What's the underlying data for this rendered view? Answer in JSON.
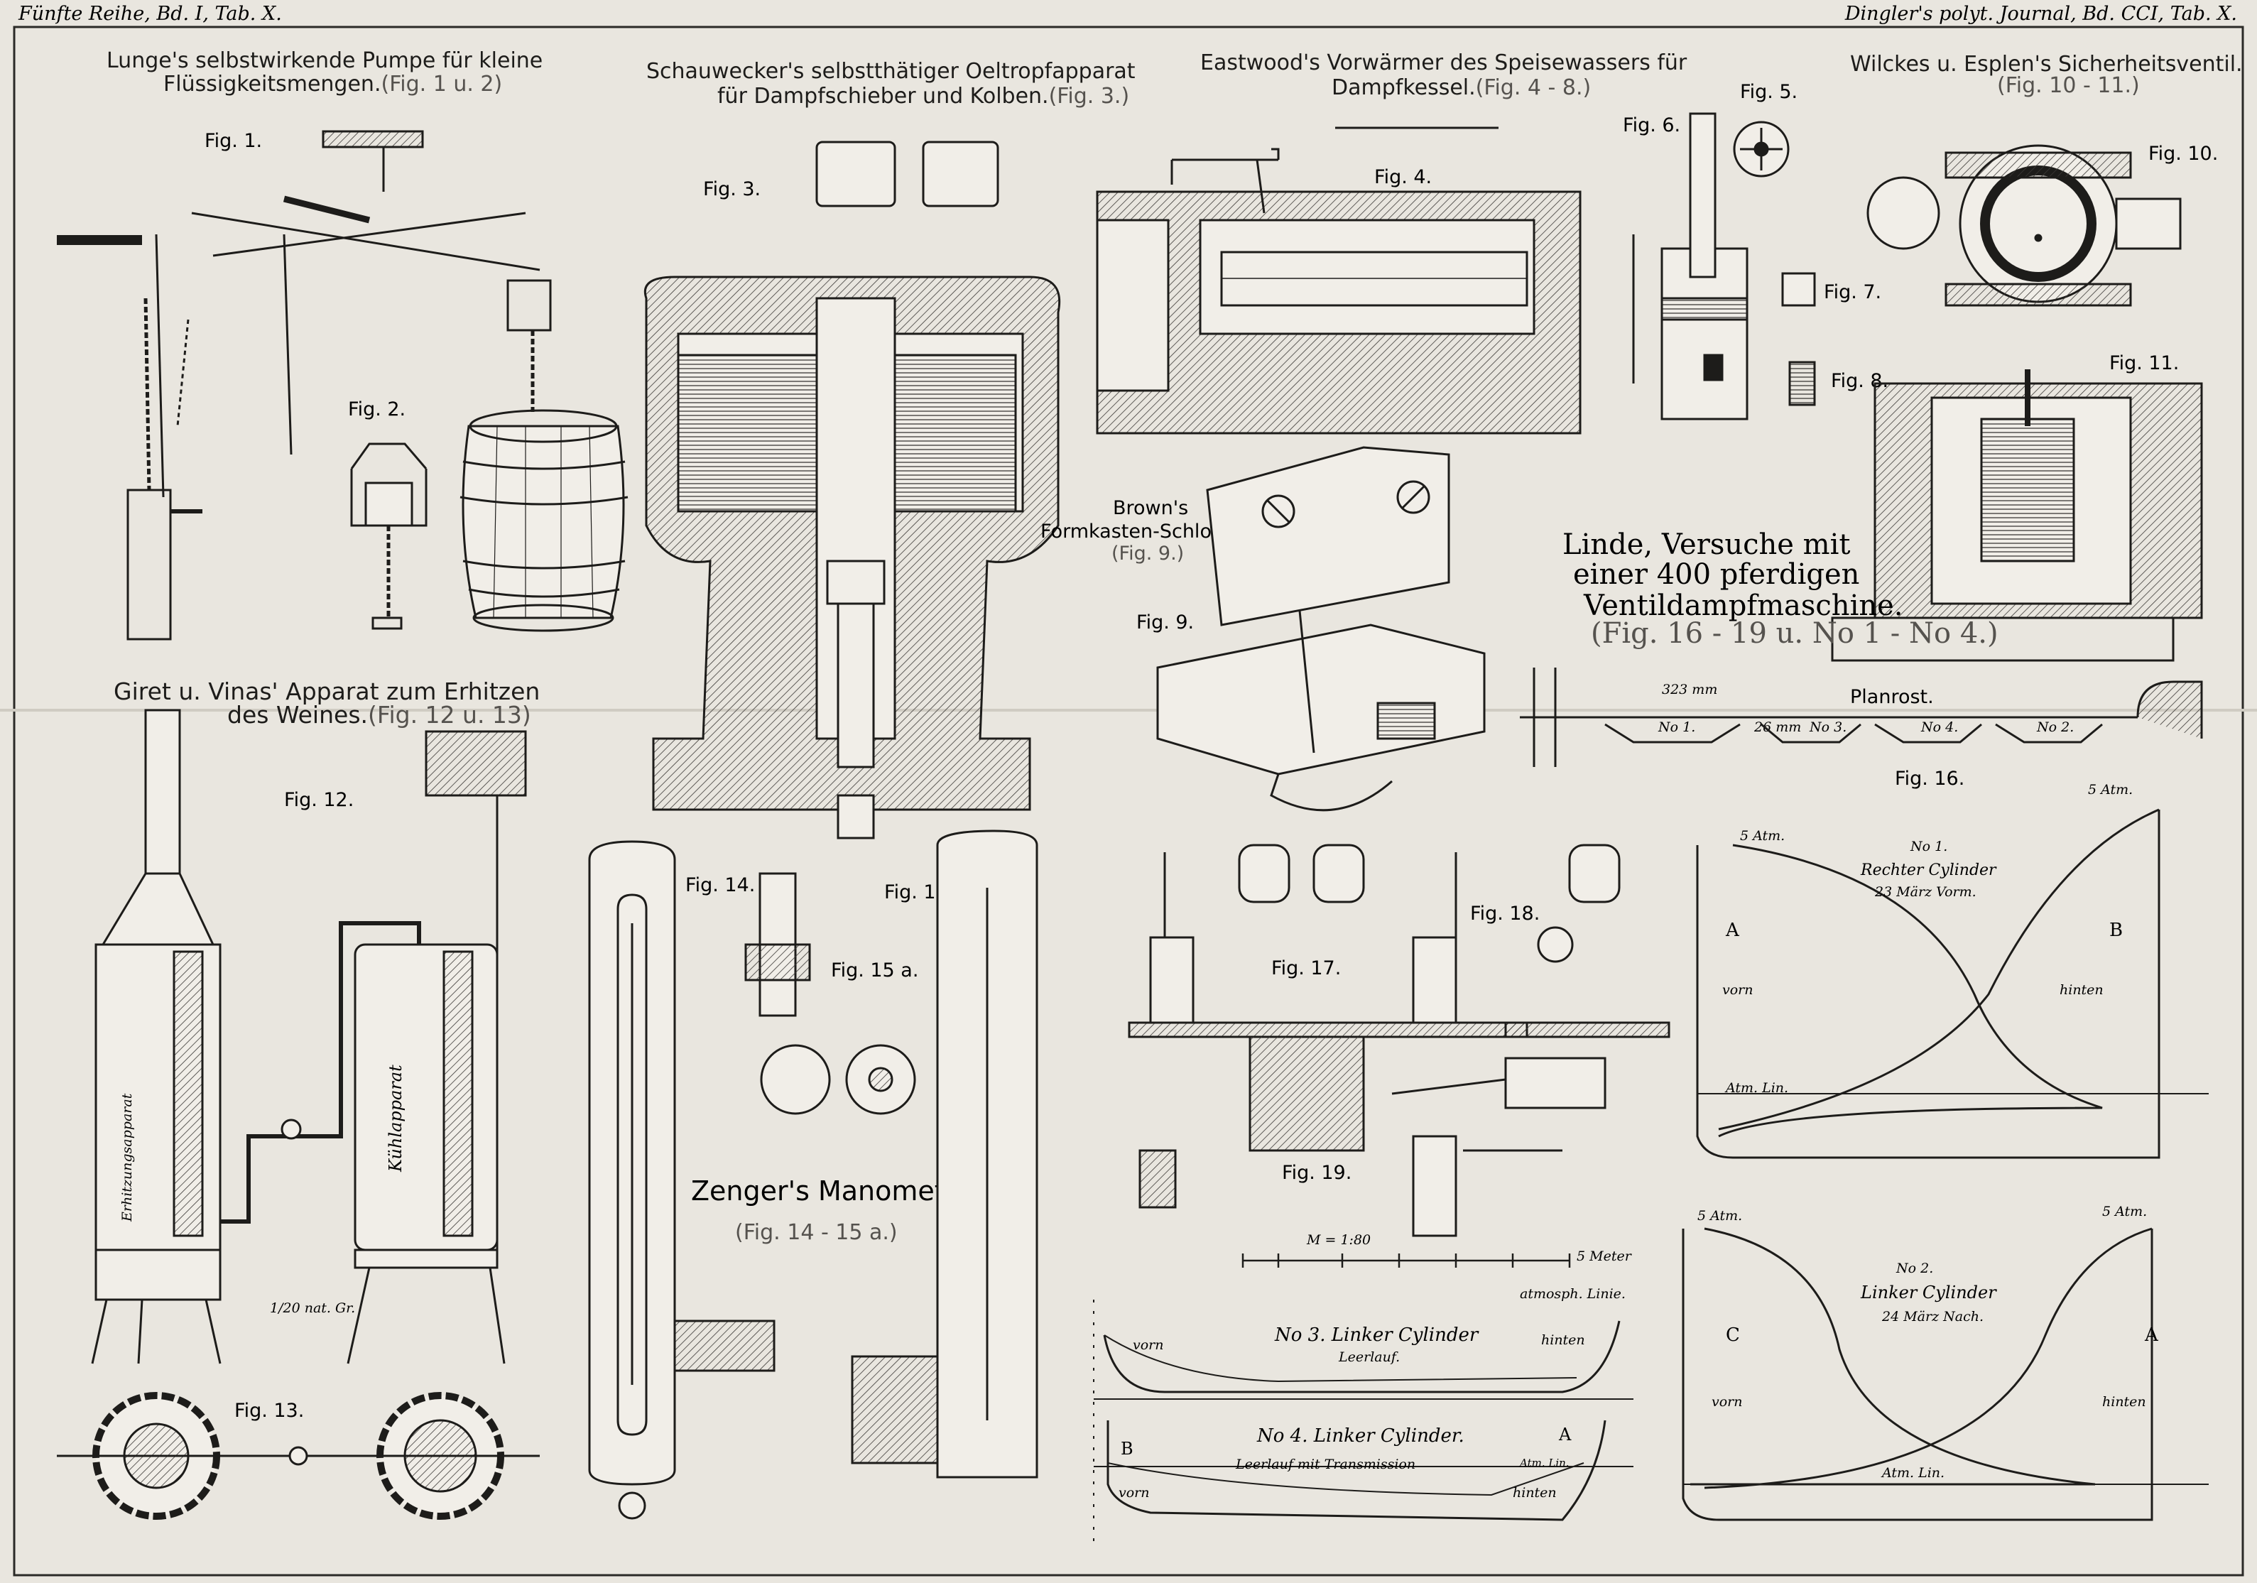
{
  "header": {
    "left": "Fünfte Reihe, Bd. I, Tab. X.",
    "right": "Dingler's polyt. Journal, Bd. CCI, Tab. X."
  },
  "sections": {
    "lunge": {
      "line1": "Lunge's selbstwirkende Pumpe für kleine",
      "line2": "Flüssigkeitsmengen.",
      "ref": "(Fig. 1 u. 2)"
    },
    "schauwecker": {
      "line1": "Schauwecker's selbstthätiger Oeltropfapparat",
      "line2": "für Dampfschieber und Kolben.",
      "ref": "(Fig. 3.)"
    },
    "eastwood": {
      "line1": "Eastwood's Vorwärmer des Speisewassers für",
      "line2": "Dampfkessel.",
      "ref": "(Fig. 4 - 8.)"
    },
    "wilckes": {
      "line1": "Wilckes u. Esplen's Sicherheitsventil.",
      "ref": "(Fig. 10 - 11.)"
    },
    "brown": {
      "line1": "Brown's",
      "line2": "Formkasten-Schloſs.",
      "ref": "(Fig. 9.)"
    },
    "linde": {
      "line1": "Linde, Versuche mit",
      "line2": "einer 400 pferdigen",
      "line3": "Ventildampfmaschine.",
      "ref": "(Fig. 16 - 19 u. No 1 - No 4.)"
    },
    "giret": {
      "line1": "Giret u. Vinas' Apparat zum Erhitzen",
      "line2": "des Weines.",
      "ref": "(Fig. 12 u. 13)"
    },
    "zenger": {
      "line1": "Zenger's Manometer.",
      "ref": "(Fig. 14 - 15 a.)"
    }
  },
  "figures": {
    "f1": "Fig. 1.",
    "f2": "Fig. 2.",
    "f3": "Fig. 3.",
    "f4": "Fig. 4.",
    "f5": "Fig. 5.",
    "f6": "Fig. 6.",
    "f7": "Fig. 7.",
    "f8": "Fig. 8.",
    "f9": "Fig. 9.",
    "f10": "Fig. 10.",
    "f11": "Fig. 11.",
    "f12": "Fig. 12.",
    "f13": "Fig. 13.",
    "f14": "Fig. 14.",
    "f15": "Fig. 15.",
    "f15a": "Fig. 15 a.",
    "f16": "Fig. 16.",
    "f17": "Fig. 17.",
    "f18": "Fig. 18.",
    "f19": "Fig. 19."
  },
  "labels": {
    "planrost": "Planrost.",
    "grate_dim1": "323 mm",
    "grate_dim2": "26 mm",
    "grate_no1": "No 1.",
    "grate_no2": "No 2.",
    "grate_no3": "No 3.",
    "grate_no4": "No 4.",
    "erhitzungsapparat": "Erhitzungsapparat",
    "kuehlapparat": "Kühlapparat",
    "scale_gr": "1/20 nat. Gr.",
    "scale_m": "M = 1:80",
    "scale_meter": "5 Meter",
    "atm_line": "atmosph. Linie."
  },
  "diagrams": {
    "d1": {
      "title": "No 1.",
      "line1": "Rechter Cylinder",
      "line2": "23 März Vorm.",
      "atm": "5 Atm.",
      "a": "A",
      "b": "B",
      "vorn": "vorn",
      "hinten": "hinten",
      "atmlin": "Atm. Lin."
    },
    "d2": {
      "title": "No 2.",
      "line1": "Linker Cylinder",
      "line2": "24 März Nach.",
      "atm": "5 Atm.",
      "c": "C",
      "a": "A",
      "vorn": "vorn",
      "hinten": "hinten",
      "atmlin": "Atm. Lin."
    },
    "d3": {
      "title": "No 3. Linker Cylinder",
      "line2": "Leerlauf.",
      "vorn": "vorn",
      "hinten": "hinten"
    },
    "d4": {
      "title": "No 4. Linker Cylinder.",
      "line2": "Leerlauf mit Transmission",
      "b": "B",
      "a": "A",
      "vorn": "vorn",
      "hinten": "hinten",
      "atmlin": "Atm. Lin."
    }
  },
  "colors": {
    "paper": "#e9e6df",
    "ink": "#1d1c1a",
    "faint": "#55524e"
  }
}
